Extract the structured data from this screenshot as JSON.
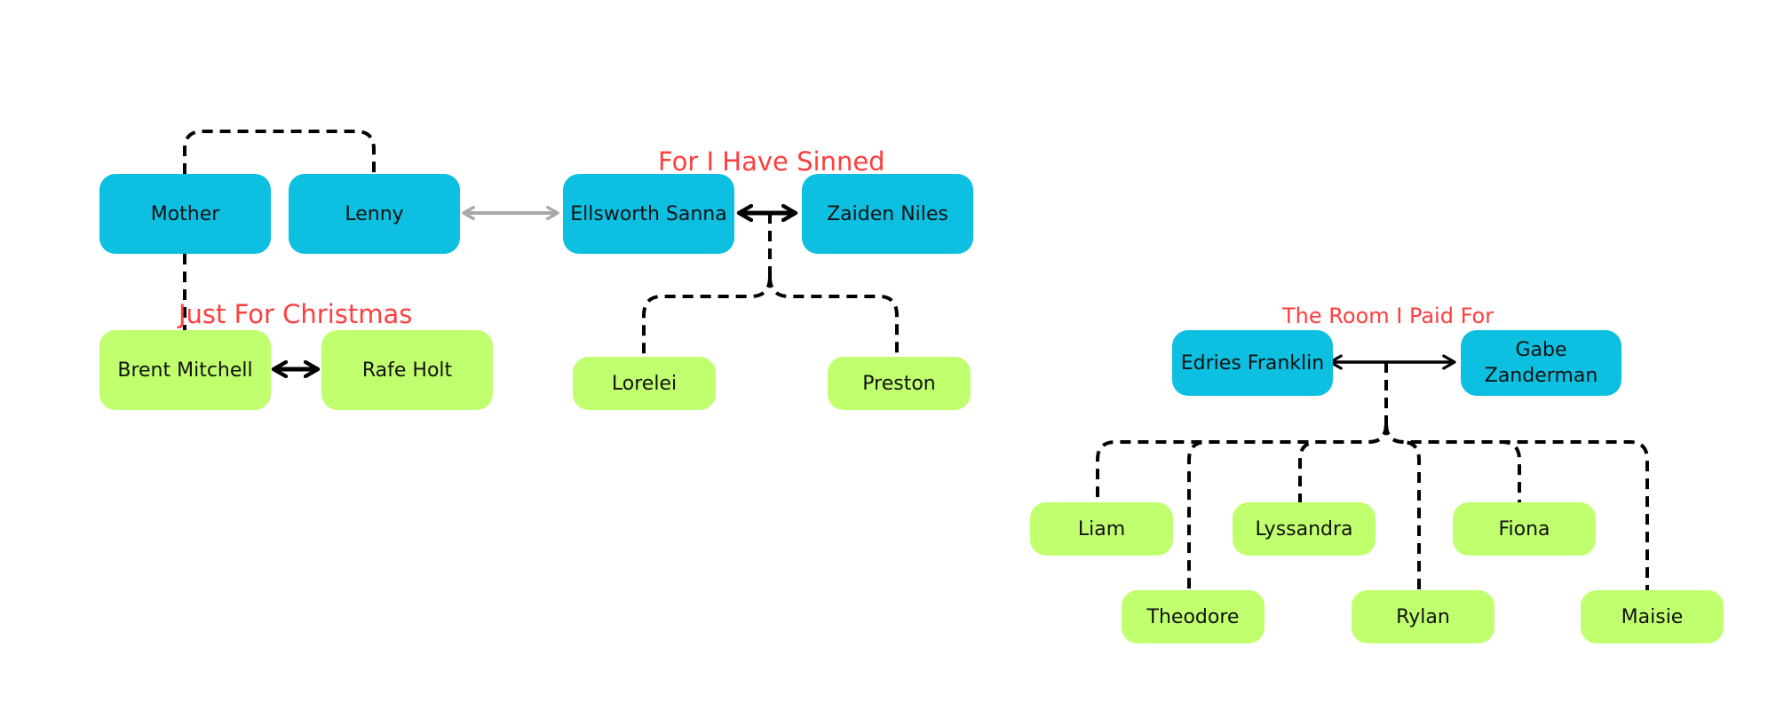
{
  "colors": {
    "parent_box": "#0dbfe0",
    "child_box": "#c0ff6e",
    "caption": "#ff3e3e",
    "connector": "#000000",
    "faded_arrow": "#a9a9a9",
    "strike": "#e0463e"
  },
  "families": [
    {
      "caption": "Just For Christmas",
      "members": {
        "mother": "Mother",
        "lenny": "Lenny",
        "brent": "Brent Mitchell",
        "rafe": "Rafe Holt"
      }
    },
    {
      "caption": "For I Have Sinned",
      "members": {
        "ellsworth": "Ellsworth Sanna",
        "zaiden": "Zaiden Niles",
        "lorelei": "Lorelei",
        "preston": "Preston"
      }
    },
    {
      "caption": "The Room I Paid For",
      "members": {
        "edries": "Edries Franklin",
        "gabe": "Gabe Zanderman",
        "liam": "Liam",
        "lyssandra": "Lyssandra",
        "fiona": "Fiona",
        "theodore": "Theodore",
        "rylan": "Rylan",
        "maisie": "Maisie"
      }
    }
  ]
}
